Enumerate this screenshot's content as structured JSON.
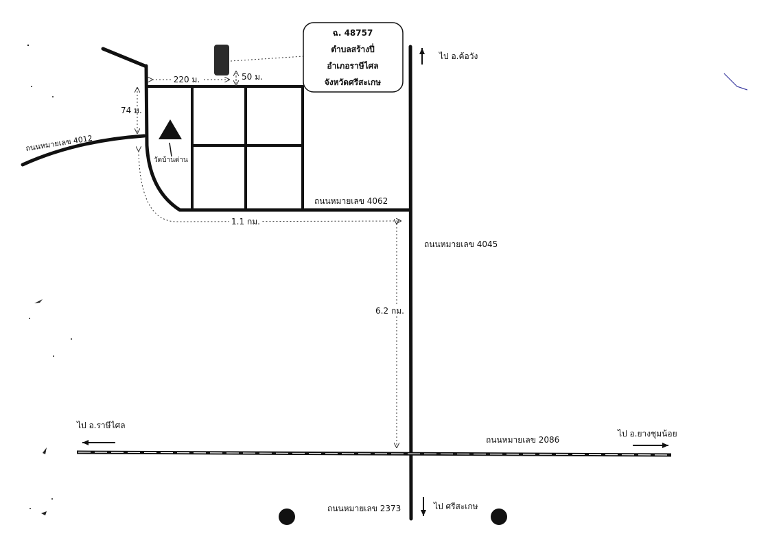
{
  "parcel_box": {
    "deed_no": "ฉ. 48757",
    "subdistrict": "ตำบลสร้างปี่",
    "district": "อำเภอราษีไศล",
    "province": "จังหวัดศรีสะเกษ"
  },
  "roads": {
    "road_4012": "ถนนหมายเลข 4012",
    "road_4062": "ถนนหมายเลข 4062",
    "road_4045": "ถนนหมายเลข 4045",
    "road_2086": "ถนนหมายเลข 2086",
    "road_2373": "ถนนหมายเลข 2373"
  },
  "directions": {
    "to_kho_wang": "ไป อ.ค้อวัง",
    "to_rasi_salai": "ไป อ.ราษีไศล",
    "to_yang_chum_noi": "ไป อ.ยางชุมน้อย",
    "to_si_sa_ket": "ไป ศรีสะเกษ"
  },
  "distances": {
    "d_220": "220 ม.",
    "d_50": "50 ม.",
    "d_74": "74 ม.",
    "d_1_1": "1.1 กม.",
    "d_6_2": "6.2 กม."
  },
  "landmarks": {
    "temple": "วัดบ้านด่าน"
  },
  "colors": {
    "ink": "#111111",
    "dash": "#333333",
    "parcel_fill": "#2b2b2b"
  },
  "icons": {
    "temple": "triangle",
    "parcel": "rounded-rectangle",
    "north_arrow": "arrow-up",
    "south_arrow": "arrow-down"
  }
}
